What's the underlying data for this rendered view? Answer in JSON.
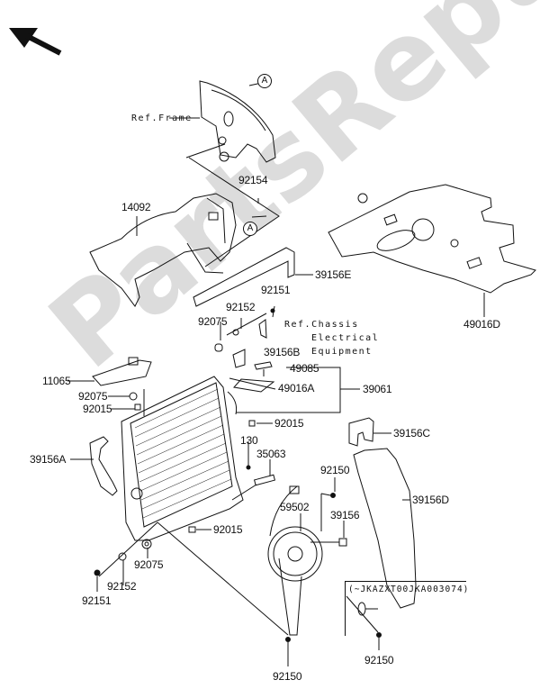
{
  "diagram": {
    "type": "exploded-parts-diagram",
    "watermark": "PartsRepublik",
    "direction_indicator": "front-arrow-icon",
    "references": {
      "frame": "Ref.Frame",
      "chassis_line1": "Ref.Chassis",
      "chassis_line2": "Electrical",
      "chassis_line3": "Equipment",
      "callout_a": "A",
      "vin_range": "(~JKAZXT00JKA003074)"
    },
    "parts": {
      "p92154": "92154",
      "p14092": "14092",
      "p39156E": "39156E",
      "p49016D": "49016D",
      "p92151_top": "92151",
      "p92152_top": "92152",
      "p92075_top": "92075",
      "p39156B": "39156B",
      "p49085": "49085",
      "p49016A": "49016A",
      "p39061": "39061",
      "p11065": "11065",
      "p92075_mid": "92075",
      "p92015_left": "92015",
      "p92015_right": "92015",
      "p39156A": "39156A",
      "p130": "130",
      "p35063": "35063",
      "p39156C": "39156C",
      "p92150_mid": "92150",
      "p59502": "59502",
      "p39156": "39156",
      "p39156D": "39156D",
      "p92015_bottom": "92015",
      "p92075_bottom": "92075",
      "p92152_bottom": "92152",
      "p92151_bottom": "92151",
      "p92150_right": "92150",
      "p92150_bottom": "92150"
    }
  }
}
